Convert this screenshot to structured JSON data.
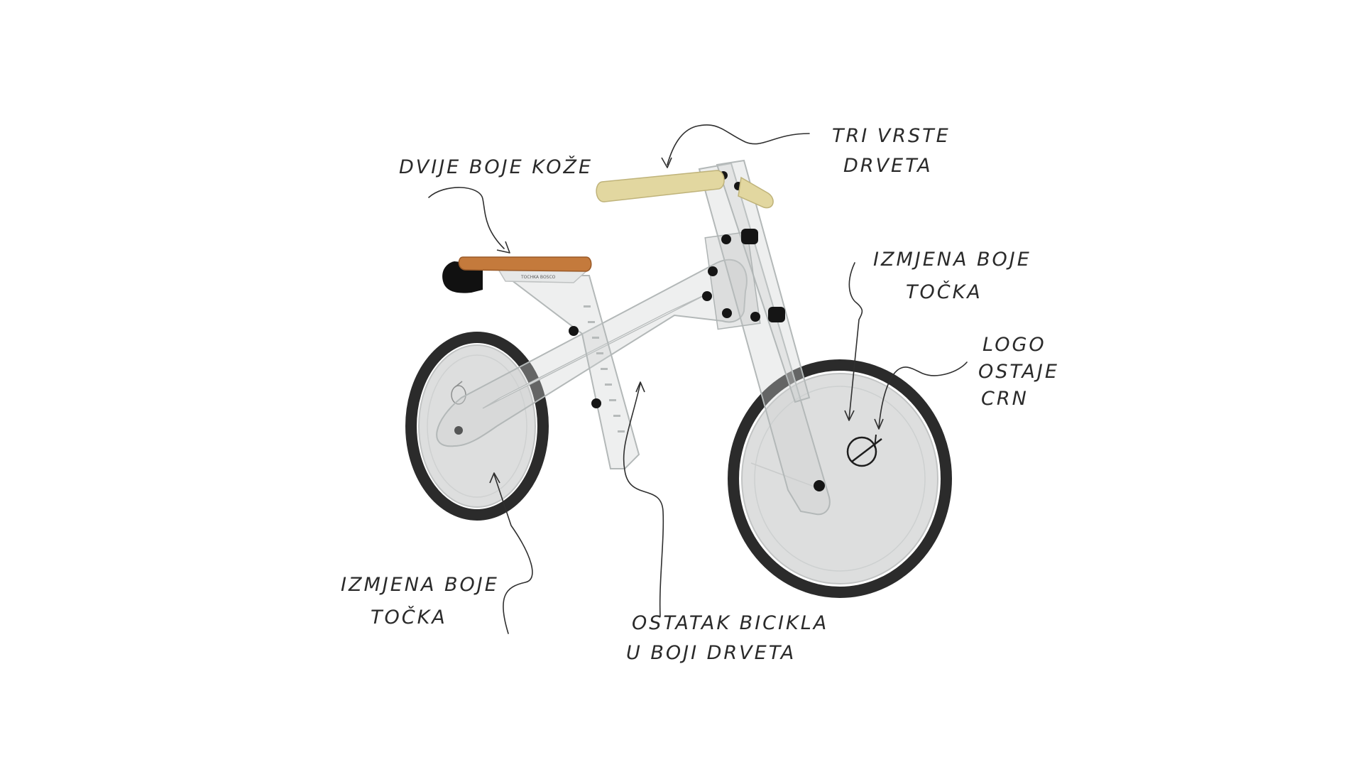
{
  "annotations": {
    "handlebar": {
      "line1": "TRI VRSTE",
      "line2": "DRVETA"
    },
    "seat": {
      "line1": "DVIJE BOJE KOŽE"
    },
    "front_wheel": {
      "line1": "IZMJENA BOJE",
      "line2": "TOČKA"
    },
    "logo": {
      "line1": "LOGO",
      "line2": "OSTAJE",
      "line3": "CRN"
    },
    "rear_wheel": {
      "line1": "IZMJENA BOJE",
      "line2": "TOČKA"
    },
    "frame": {
      "line1": "OSTATAK BICIKLA",
      "line2": "U BOJI DRVETA"
    }
  },
  "seat_label": {
    "brand": "TOCHKA BOSCO"
  },
  "colors": {
    "handlebar": "#e2d7a0",
    "seat_leather": "#c47a3c",
    "tire": "#2b2b2b",
    "frame": "#cfd3d3",
    "bolts": "#151515"
  }
}
